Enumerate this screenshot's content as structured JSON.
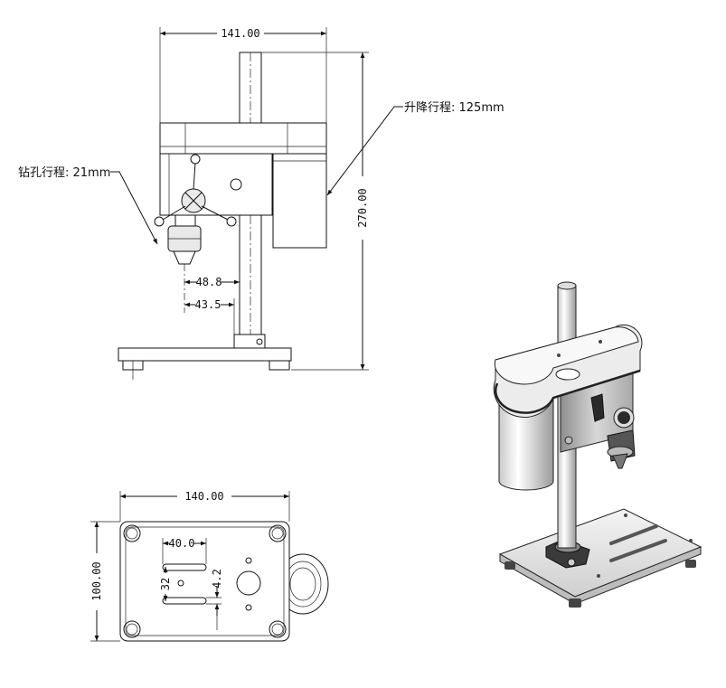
{
  "front_view": {
    "dim_overall_width": "141.00",
    "dim_overall_height": "270.00",
    "dim_throat_outer": "48.8",
    "dim_throat_inner": "43.5",
    "label_lift_travel": "升降行程: 125mm",
    "label_drill_travel": "钻孔行程: 21mm"
  },
  "top_view": {
    "dim_base_width": "140.00",
    "dim_base_depth": "100.00",
    "dim_slot_length": "40.0",
    "dim_slot_spacing": "32",
    "dim_slot_width": "4.2"
  },
  "iso_view": {}
}
